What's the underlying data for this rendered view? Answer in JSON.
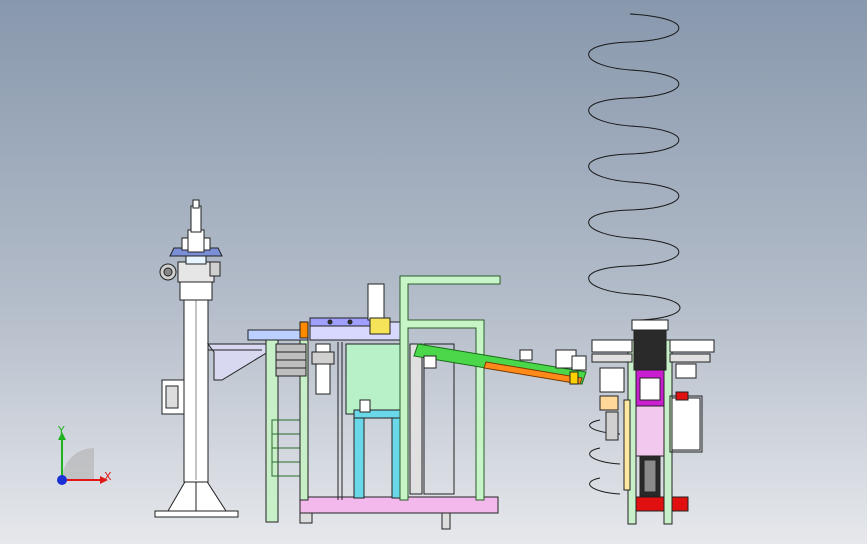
{
  "triad": {
    "x_label": "X",
    "y_label": "Y",
    "colors": {
      "x": "#e01818",
      "y": "#1fb21f",
      "z": "#1a2fd4"
    }
  },
  "background": {
    "top": "#8898ad",
    "bottom": "#e6e8ec"
  },
  "parts": {
    "column": "robot-column",
    "frame": "main-frame",
    "conveyor": "green-conveyor",
    "feeder": "spring-feeder",
    "coil": "spring-coil"
  }
}
